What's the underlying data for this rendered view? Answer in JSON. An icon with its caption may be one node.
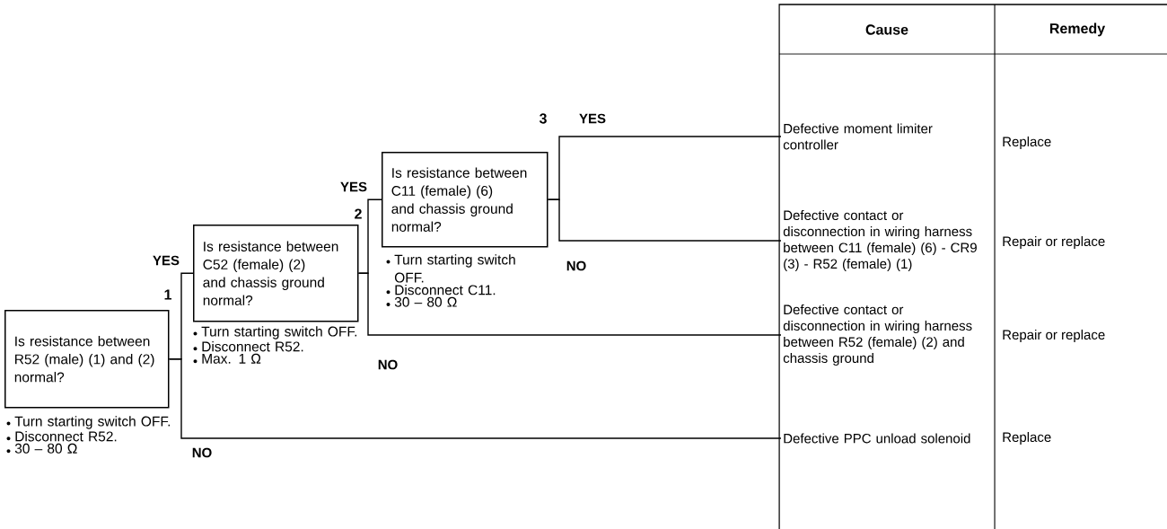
{
  "diagram": {
    "nodes": [
      {
        "text": [
          "Is resistance between R52 (male) (1) and (2) normal?"
        ],
        "beside": [
          "Turn starting switch OFF.",
          "Disconnect R52.",
          "30 – 80 Ω"
        ]
      },
      {
        "text": [
          "Is resistance between C52 (female) (2) and chassis ground normal?"
        ],
        "beside": [
          "Turn starting switch OFF.",
          "Disconnect R52.",
          "Max. 1 Ω"
        ]
      },
      {
        "text": [
          "Is resistance between C11 (female) (6) and chassis ground normal?"
        ],
        "beside": [
          "Turn starting switch OFF.",
          "Disconnect C11.",
          "30 – 80 Ω"
        ]
      },
      {
        "text": [
          "Defective moment limiter controller"
        ]
      },
      {
        "text": [
          "Defective contact or disconnection in wiring harness between C11 (female) (6) - CR9 (3) - R52 (female) (1)"
        ]
      },
      {
        "text": [
          "Defective contact or disconnection in wiring harness between R52 (female) (2) and chassis ground"
        ]
      },
      {
        "text": [
          "Defective PPC unload solenoid"
        ]
      }
    ],
    "edges": [
      {
        "from": 0,
        "to": 1,
        "arrow": "none",
        "label": "YES"
      },
      {
        "from": 0,
        "to": 6,
        "arrow": "none",
        "label": "NO"
      },
      {
        "from": 1,
        "to": 2,
        "arrow": "none",
        "label": "YES"
      },
      {
        "from": 1,
        "to": 5,
        "arrow": "none",
        "label": "NO"
      },
      {
        "from": 2,
        "to": 3,
        "arrow": "none",
        "label": "YES"
      },
      {
        "from": 2,
        "to": 4,
        "arrow": "none",
        "label": "NO"
      }
    ],
    "labels": [
      "1",
      "2",
      "3",
      "Cause",
      "Remedy",
      "Replace",
      "Repair or replace",
      "Repair or replace",
      "Replace"
    ]
  }
}
